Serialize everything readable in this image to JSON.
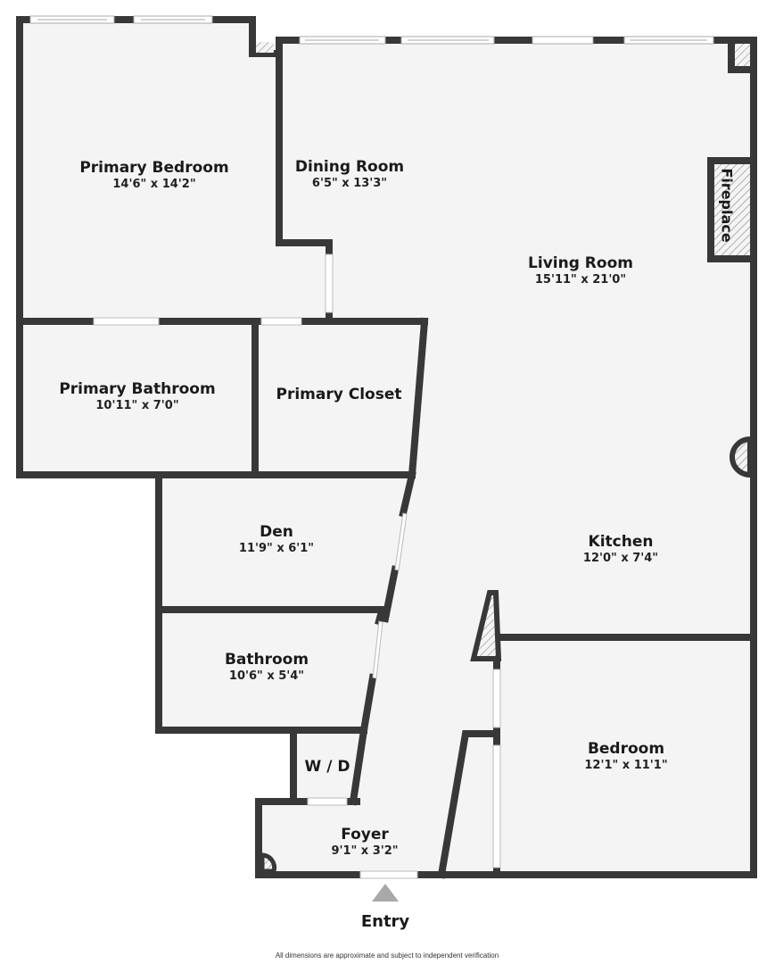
{
  "floorplan": {
    "colors": {
      "wall": "#383838",
      "floor": "#f4f4f4",
      "background": "#ffffff",
      "entry_arrow": "#a8a8a8",
      "hatch": "#777777"
    },
    "rooms": [
      {
        "name": "Primary Bedroom",
        "dims": "14'6\" x 14'2\""
      },
      {
        "name": "Dining Room",
        "dims": "6'5\" x 13'3\""
      },
      {
        "name": "Living Room",
        "dims": "15'11\" x 21'0\""
      },
      {
        "name": "Primary Bathroom",
        "dims": "10'11\" x 7'0\""
      },
      {
        "name": "Primary Closet",
        "dims": ""
      },
      {
        "name": "Den",
        "dims": "11'9\" x 6'1\""
      },
      {
        "name": "Kitchen",
        "dims": "12'0\" x 7'4\""
      },
      {
        "name": "Bathroom",
        "dims": "10'6\" x 5'4\""
      },
      {
        "name": "W / D",
        "dims": ""
      },
      {
        "name": "Bedroom",
        "dims": "12'1\" x 11'1\""
      },
      {
        "name": "Foyer",
        "dims": "9'1\" x 3'2\""
      }
    ],
    "fixtures": {
      "fireplace": "Fireplace"
    },
    "entry": {
      "label": "Entry",
      "icon": "entry-arrow-icon"
    },
    "disclaimer": "All dimensions are approximate and subject to independent verification"
  }
}
